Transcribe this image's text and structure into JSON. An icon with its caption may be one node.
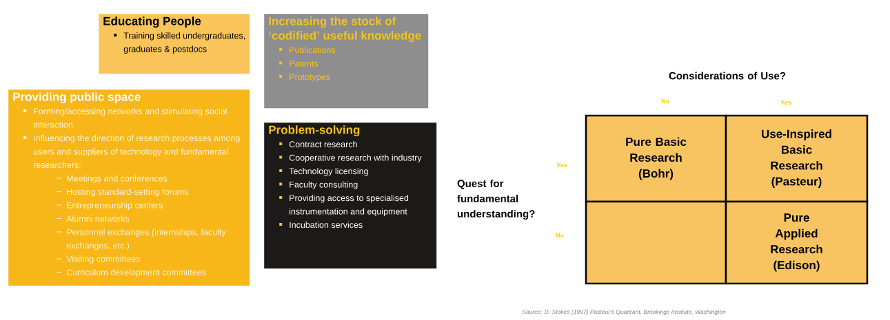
{
  "diagram": {
    "nodes": [
      {
        "text": [
          "Educating People",
          "Training skilled undergraduates, graduates & postdocs"
        ]
      },
      {
        "text": [
          "Providing public space",
          "Forming/accessing networks and stimulating social interaction",
          "Influencing the direction of research processes among users and suppliers of technology and fundamental researchers:",
          "Meetings and conferences",
          "Hosting standard-setting forums",
          "Entrepreneurship centers",
          "Alumni networks",
          "Personnel exchanges (internships, faculty exchanges, etc.)",
          "Visiting committees",
          "Curriculum development committees"
        ]
      },
      {
        "text": [
          "Increasing the stock of ‘codified’ useful knowledge",
          "Publications",
          "Patents",
          "Prototypes"
        ]
      },
      {
        "text": [
          "Problem-solving",
          "Contract research",
          "Cooperative research with industry",
          "Technology licensing",
          "Faculty consulting",
          "Providing access to specialised instrumentation and equipment",
          "Incubation services"
        ]
      },
      {
        "text": [
          "Pure Basic Research (Bohr)"
        ]
      },
      {
        "text": [
          "Use-Inspired Basic Research (Pasteur)"
        ]
      },
      {
        "text": [],
        "shape": "box"
      },
      {
        "text": [
          "Pure Applied Research (Edison)"
        ]
      }
    ],
    "labels": [
      "Considerations of Use?",
      "No",
      "Yes",
      "Yes",
      "Quest for fundamental understanding?",
      "No"
    ],
    "caption": "Source: D. Stokes (1997) Pasteur's Quadrant, Brookings Institute, Washington"
  }
}
